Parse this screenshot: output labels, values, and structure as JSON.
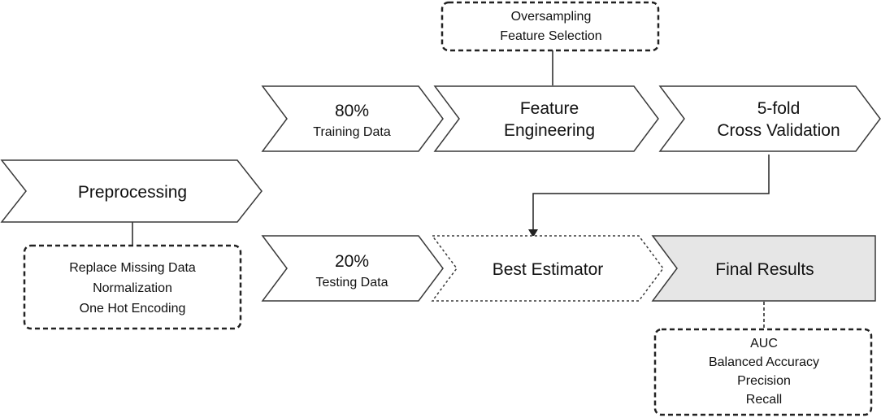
{
  "steps": {
    "preprocessing": {
      "label": "Preprocessing"
    },
    "training": {
      "percent": "80%",
      "label": "Training Data"
    },
    "feature_engineering": {
      "line1": "Feature",
      "line2": "Engineering"
    },
    "cross_validation": {
      "line1": "5-fold",
      "line2": "Cross Validation"
    },
    "testing": {
      "percent": "20%",
      "label": "Testing Data"
    },
    "best_estimator": {
      "label": "Best Estimator"
    },
    "final_results": {
      "label": "Final Results"
    }
  },
  "notes": {
    "feature_engineering": [
      "Oversampling",
      "Feature Selection"
    ],
    "preprocessing": [
      "Replace Missing Data",
      "Normalization",
      "One Hot Encoding"
    ],
    "results": [
      "AUC",
      "Balanced Accuracy",
      "Precision",
      "Recall"
    ]
  },
  "colors": {
    "stroke": "#3a3a3a",
    "final_results_fill": "#e6e6e6"
  }
}
